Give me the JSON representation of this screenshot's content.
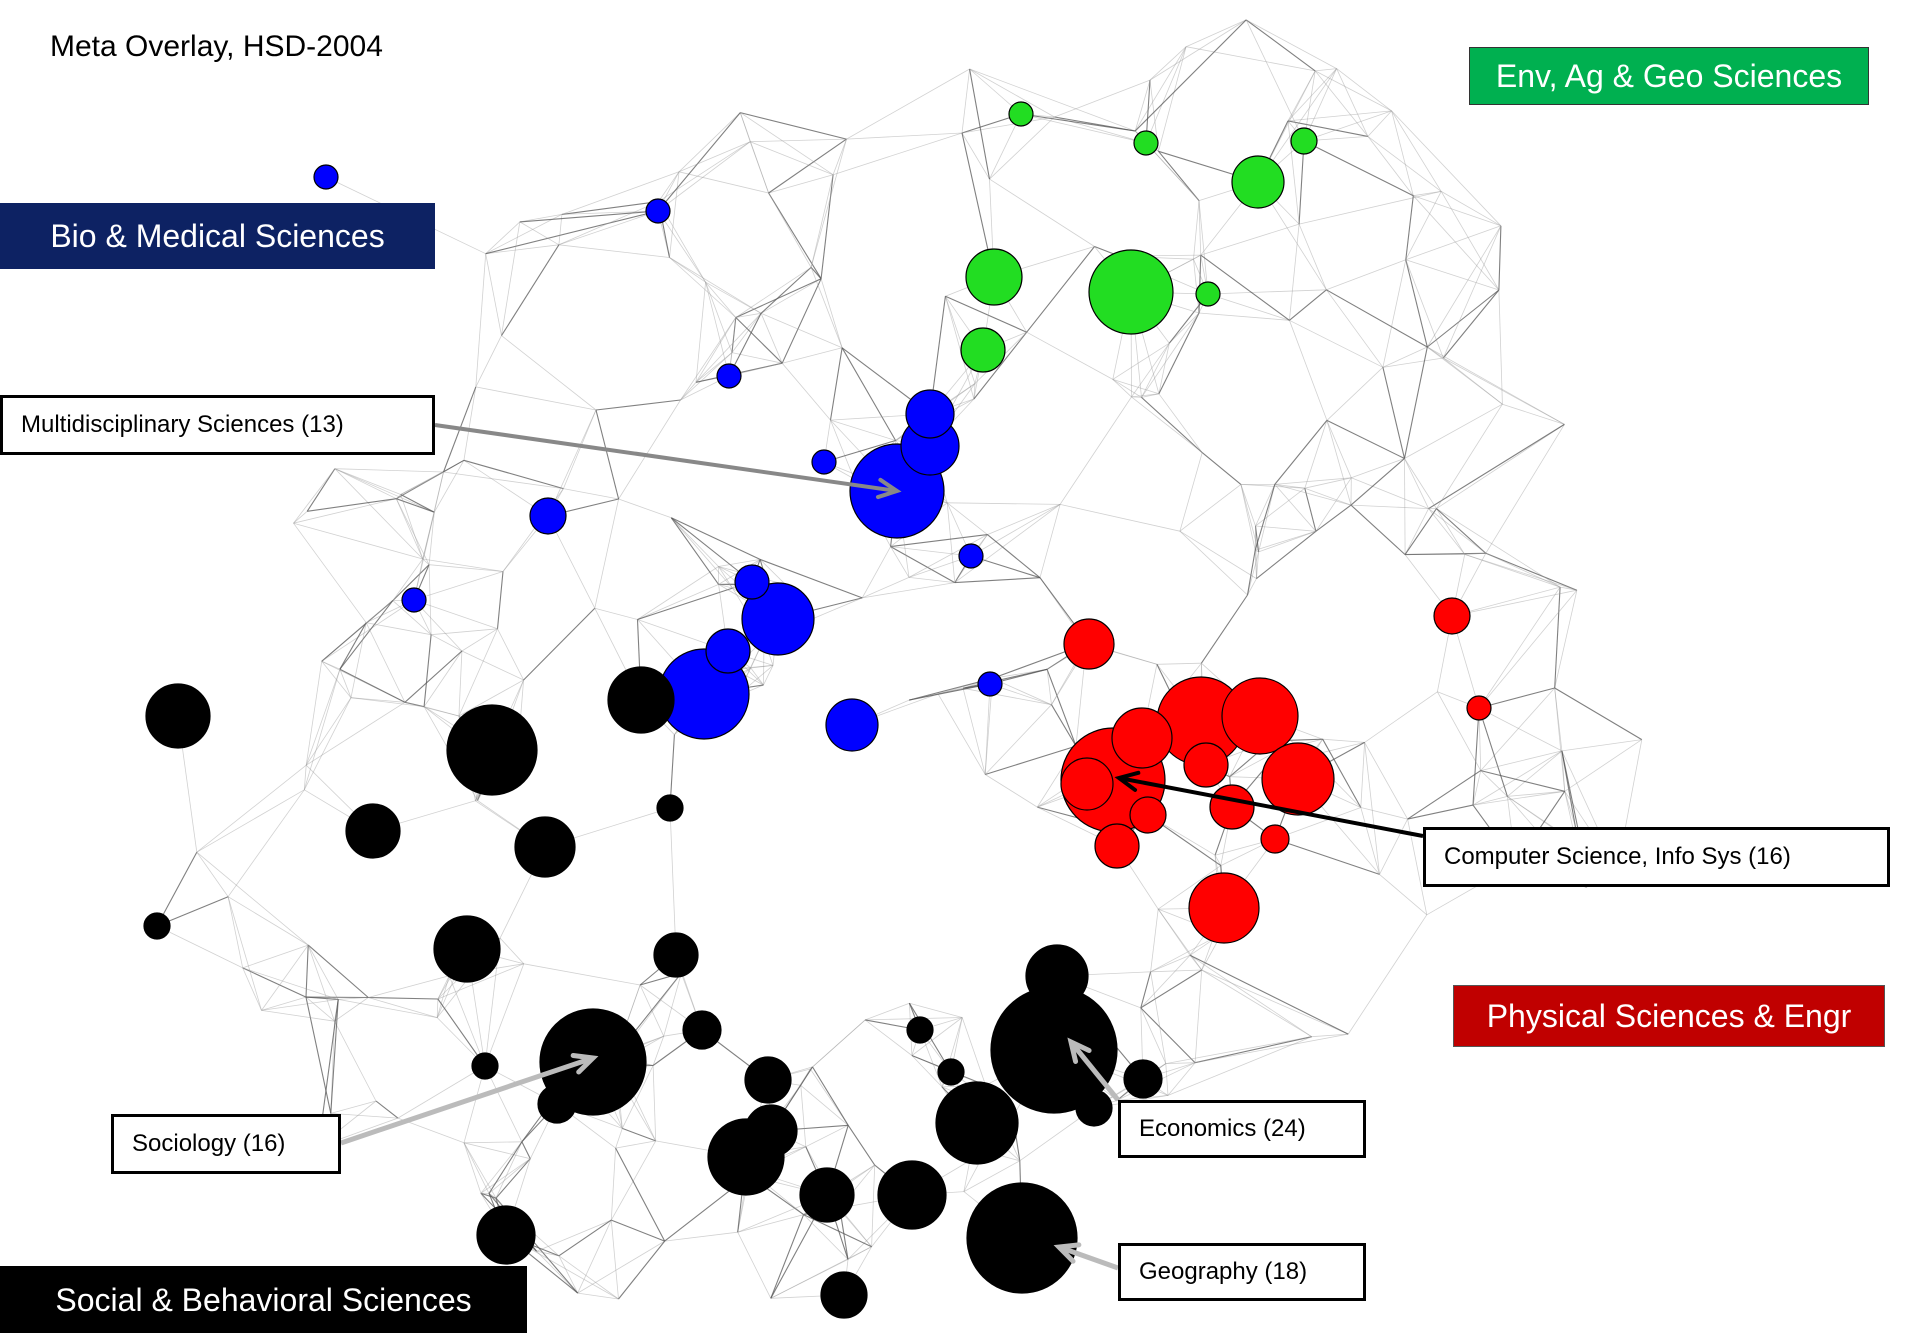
{
  "title": "Meta Overlay, HSD-2004",
  "colors": {
    "bio": "#0000ff",
    "env": "#22dd22",
    "phys": "#ff0000",
    "social": "#000000",
    "tag_bio": "#0d2263",
    "tag_env": "#00b050",
    "tag_phys": "#c00000",
    "tag_social": "#000000",
    "edge": "#9a9a9a"
  },
  "groups": {
    "env": "Env, Ag & Geo Sciences",
    "bio": "Bio & Medical Sciences",
    "phys": "Physical Sciences & Engr",
    "social": "Social & Behavioral Sciences"
  },
  "callouts": {
    "multidisciplinary": "Multidisciplinary Sciences (13)",
    "computer_science": "Computer Science, Info Sys (16)",
    "sociology": "Sociology (16)",
    "economics": "Economics (24)",
    "geography": "Geography (18)"
  }
}
